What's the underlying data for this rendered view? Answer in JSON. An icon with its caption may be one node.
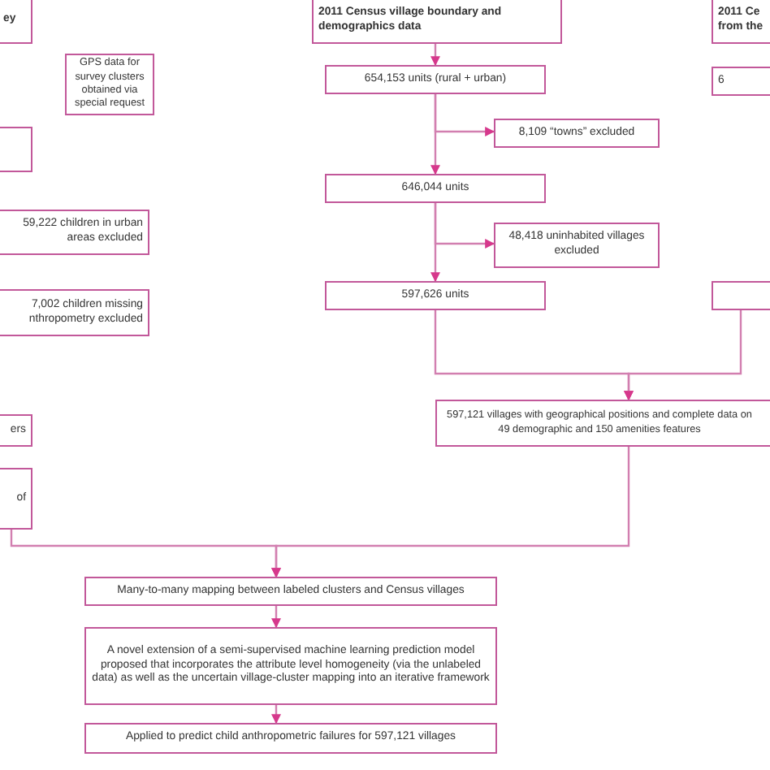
{
  "diagram": {
    "nodes": [
      {
        "text": [
          "ey"
        ]
      },
      {
        "text": [
          "GPS data for survey clusters obtained via special request"
        ]
      },
      {
        "text": [],
        "shape": "box"
      },
      {
        "text": [
          "59,222 children in urban areas excluded"
        ]
      },
      {
        "text": [
          "7,002 children missing nthropometry excluded"
        ]
      },
      {
        "text": [
          "ers"
        ]
      },
      {
        "text": [
          "of"
        ]
      },
      {
        "text": [
          "2011 Census village boundary and demographics data"
        ]
      },
      {
        "text": [
          "654,153 units (rural + urban)"
        ]
      },
      {
        "text": [
          "8,109 “towns” excluded"
        ]
      },
      {
        "text": [
          "646,044 units"
        ]
      },
      {
        "text": [
          "48,418 uninhabited villages excluded"
        ]
      },
      {
        "text": [
          "597,626 units"
        ]
      },
      {
        "text": [
          "2011 Ce from the"
        ]
      },
      {
        "text": [
          "6"
        ]
      },
      {
        "text": [],
        "shape": "box"
      },
      {
        "text": [
          "597,121 villages with geographical positions and complete data on 49 demographic and 150 amenities features"
        ]
      },
      {
        "text": [
          "Many-to-many mapping between labeled clusters and Census villages"
        ]
      },
      {
        "text": [
          "A novel extension of a semi-supervised machine learning prediction model proposed that incorporates the attribute level homogeneity (via the unlabeled data) as well as the uncertain village-cluster mapping into an iterative framework"
        ]
      },
      {
        "text": [
          "Applied to predict child anthropometric failures for 597,121 villages"
        ]
      }
    ],
    "edges": [
      {
        "from": 7,
        "to": 8,
        "arrow": "to"
      },
      {
        "from": 8,
        "to": 10,
        "arrow": "to"
      },
      {
        "from": 8,
        "to": 9,
        "arrow": "to"
      },
      {
        "from": 10,
        "to": 12,
        "arrow": "to"
      },
      {
        "from": 10,
        "to": 11,
        "arrow": "to"
      },
      {
        "from": 12,
        "to": 16,
        "arrow": "to"
      },
      {
        "from": 15,
        "to": 16,
        "arrow": "to"
      },
      {
        "from": 16,
        "to": 17,
        "arrow": "to"
      },
      {
        "from": 6,
        "to": 17,
        "arrow": "to"
      },
      {
        "from": 17,
        "to": 18,
        "arrow": "to"
      },
      {
        "from": 18,
        "to": 19,
        "arrow": "to"
      }
    ]
  }
}
